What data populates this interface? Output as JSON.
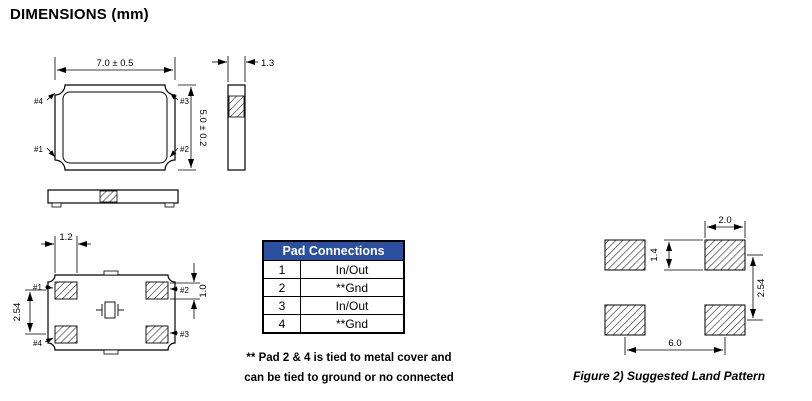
{
  "title": "DIMENSIONS (mm)",
  "pad_labels": {
    "p1": "#1",
    "p2": "#2",
    "p3": "#3",
    "p4": "#4"
  },
  "top_view": {
    "width_dim": "7.0 ± 0.5",
    "height_dim": "5.0 ± 0.2"
  },
  "side_view": {
    "thickness_dim": "1.3"
  },
  "bottom_view": {
    "pad_width_dim": "1.2",
    "pad_pitch_dim": "2.54",
    "pad_height_dim": "1.0"
  },
  "pad_table": {
    "header": "Pad Connections",
    "rows": [
      {
        "pin": "1",
        "connection": "In/Out"
      },
      {
        "pin": "2",
        "connection": "**Gnd"
      },
      {
        "pin": "3",
        "connection": "In/Out"
      },
      {
        "pin": "4",
        "connection": "**Gnd"
      }
    ]
  },
  "note": {
    "line1": "** Pad 2 & 4 is tied to metal cover and",
    "line2": "can be tied to ground or no connected"
  },
  "land_pattern": {
    "pad_width_dim": "2.0",
    "pad_height_dim": "1.4",
    "row_pitch_dim": "2.54",
    "col_pitch_dim": "6.0",
    "caption": "Figure 2) Suggested Land Pattern"
  },
  "colors": {
    "table_header_bg": "#2b4f9e",
    "table_header_text": "#ffffff",
    "drawing_line": "#000000",
    "background": "#ffffff"
  }
}
